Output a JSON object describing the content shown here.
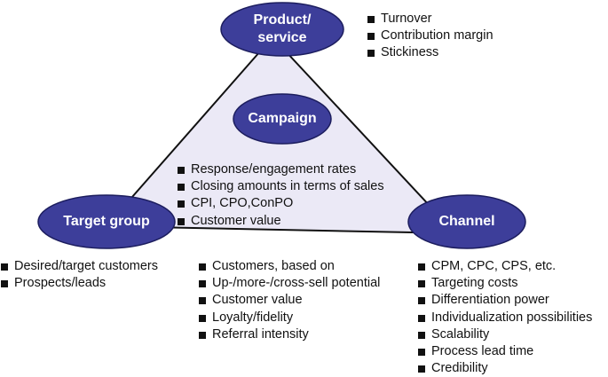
{
  "colors": {
    "triangle_fill": "#ebe9f6",
    "triangle_stroke": "#111111",
    "node_fill": "#3d3e9a",
    "node_stroke": "#1c1d5e",
    "node_text": "#ffffff",
    "text": "#111111"
  },
  "nodes": {
    "product": {
      "label_line1": "Product/",
      "label_line2": "service"
    },
    "campaign": {
      "label": "Campaign"
    },
    "target_group": {
      "label": "Target group"
    },
    "channel": {
      "label": "Channel"
    }
  },
  "lists": {
    "product": [
      "Turnover",
      "Contribution margin",
      "Stickiness"
    ],
    "campaign": [
      "Response/engagement rates",
      "Closing amounts in terms of sales",
      "CPI, CPO,ConPO",
      "Customer value"
    ],
    "target_group": [
      "Desired/target customers",
      "Prospects/leads"
    ],
    "center_bottom": [
      "Customers, based on",
      "Up-/more-/cross-sell potential",
      "Customer value",
      "Loyalty/fidelity",
      "Referral intensity"
    ],
    "channel": [
      "CPM, CPC, CPS, etc.",
      "Targeting costs",
      "Differentiation power",
      "Individualization possibilities",
      "Scalability",
      "Process lead time",
      "Credibility"
    ]
  }
}
